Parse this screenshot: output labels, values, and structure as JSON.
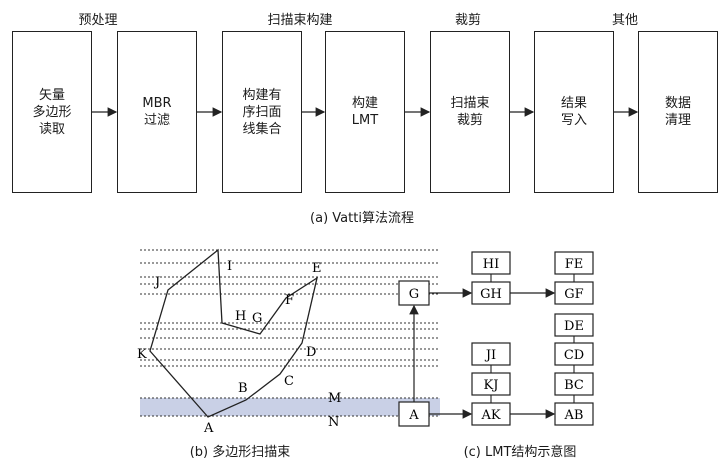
{
  "stage_labels": [
    "预处理",
    "扫描束构建",
    "裁剪",
    "其他"
  ],
  "flow_boxes": [
    "矢量\n多边形\n读取",
    "MBR\n过滤",
    "构建有\n序扫面\n线集合",
    "构建\nLMT",
    "扫描束\n裁剪",
    "结果\n写入",
    "数据\n清理"
  ],
  "captions": {
    "a": "(a) Vatti算法流程",
    "b": "(b) 多边形扫描束",
    "c": "(c) LMT结构示意图"
  },
  "polygon": {
    "vertex_labels": {
      "A": "A",
      "B": "B",
      "C": "C",
      "D": "D",
      "E": "E",
      "F": "F",
      "G": "G",
      "H": "H",
      "I": "I",
      "J": "J",
      "K": "K"
    },
    "beam_labels": {
      "M": "M",
      "N": "N"
    },
    "highlight_color": "#c9d0e6"
  },
  "lmt": {
    "nodes": {
      "G": "G",
      "A": "A",
      "HI": "HI",
      "GH": "GH",
      "JI": "JI",
      "KJ": "KJ",
      "AK": "AK",
      "FE": "FE",
      "GF": "GF",
      "DE": "DE",
      "CD": "CD",
      "BC": "BC",
      "AB": "AB"
    }
  }
}
